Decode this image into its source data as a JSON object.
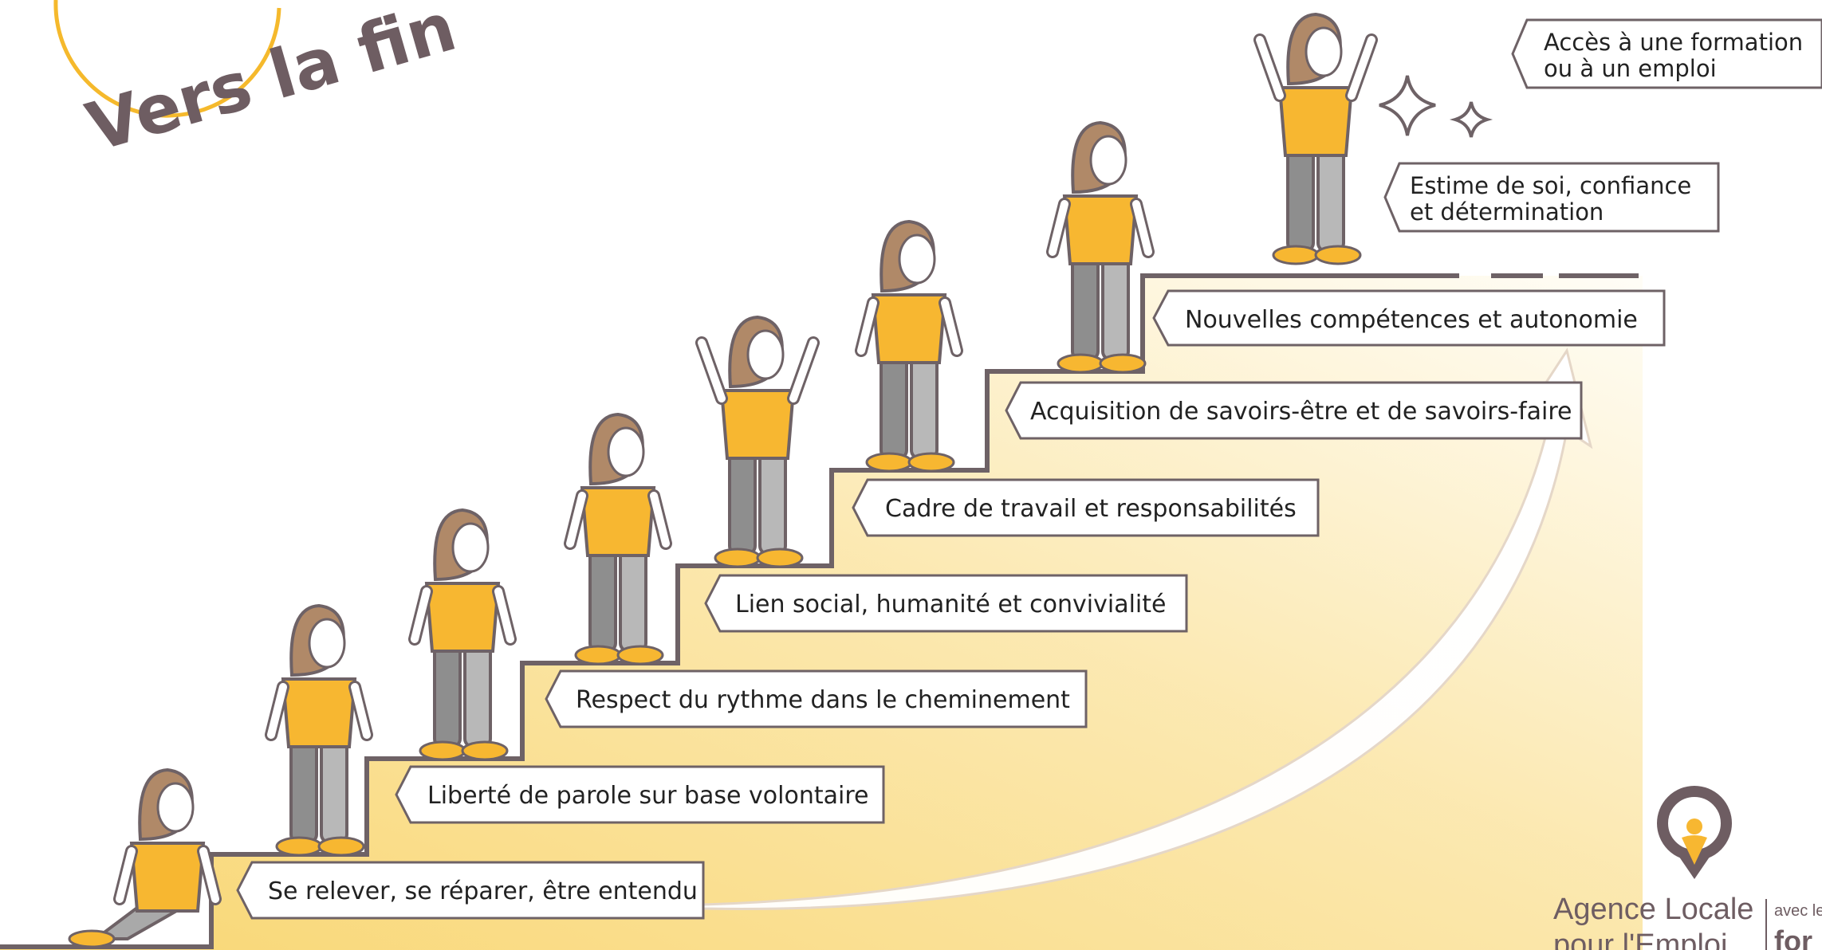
{
  "title": {
    "text": "Vers la fin"
  },
  "steps": [
    {
      "label": "Se relever, se réparer, être entendu"
    },
    {
      "label": "Liberté de parole sur base volontaire"
    },
    {
      "label": "Respect du rythme dans le cheminement"
    },
    {
      "label": "Lien social, humanité et convivialité"
    },
    {
      "label": "Cadre de travail et responsabilités"
    },
    {
      "label": "Acquisition de savoirs-être et de savoirs-faire"
    },
    {
      "label": "Nouvelles compétences et autonomie"
    }
  ],
  "callouts": [
    {
      "line1": "Estime de soi, confiance",
      "line2": "et détermination"
    },
    {
      "line1": "Accès à une formation",
      "line2": "ou à un emploi"
    }
  ],
  "logo": {
    "name_line1": "Agence Locale",
    "name_line2": "pour l'Emploi",
    "partner_prefix": "avec le",
    "partner_name": "for"
  },
  "colors": {
    "accent_yellow": "#f7b731",
    "step_outline": "#6e6266",
    "fill_light": "#fce9b8",
    "logo_purple": "#6e5d62"
  }
}
